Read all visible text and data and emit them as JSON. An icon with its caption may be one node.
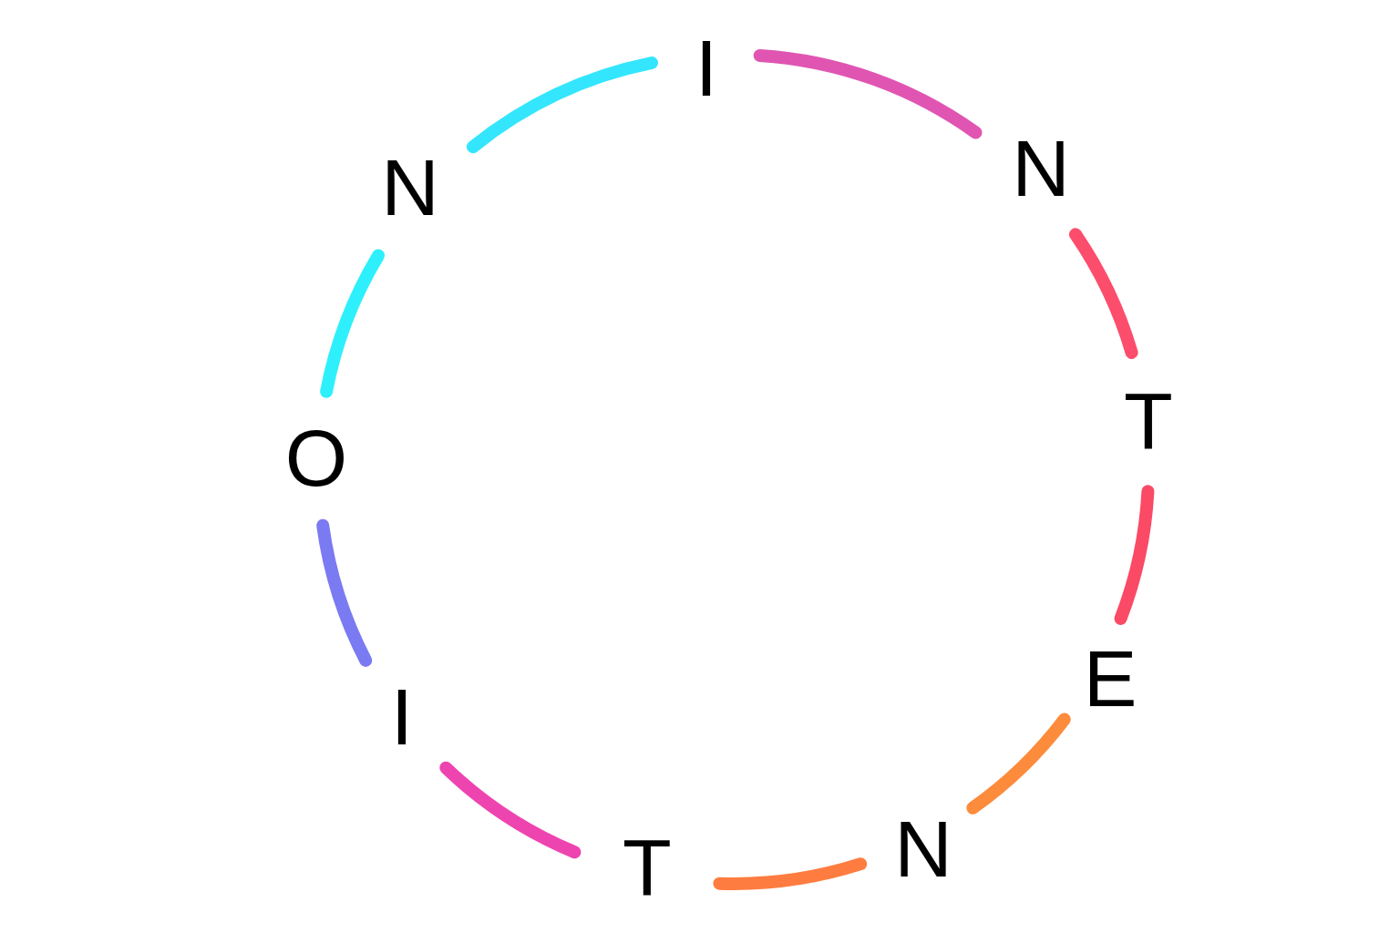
{
  "diagram": {
    "nodes": [
      {
        "text": [
          "I"
        ]
      },
      {
        "text": [
          "N"
        ]
      },
      {
        "text": [
          "T"
        ]
      },
      {
        "text": [
          "E"
        ]
      },
      {
        "text": [
          "N"
        ]
      },
      {
        "text": [
          "T"
        ]
      },
      {
        "text": [
          "I"
        ]
      },
      {
        "text": [
          "O"
        ]
      },
      {
        "text": [
          "N"
        ]
      }
    ],
    "edges": [
      {
        "from": 0,
        "to": 1,
        "arrow": "none",
        "color": "#e055b2"
      },
      {
        "from": 1,
        "to": 2,
        "arrow": "none",
        "color": "#fc4d6c"
      },
      {
        "from": 2,
        "to": 3,
        "arrow": "none",
        "color": "#fa4a66"
      },
      {
        "from": 3,
        "to": 4,
        "arrow": "none",
        "color": "#fd8b3c"
      },
      {
        "from": 4,
        "to": 5,
        "arrow": "none",
        "color": "#ff7c40"
      },
      {
        "from": 5,
        "to": 6,
        "arrow": "none",
        "color": "#ee44b0"
      },
      {
        "from": 6,
        "to": 7,
        "arrow": "none",
        "color": "#7a7af2"
      },
      {
        "from": 7,
        "to": 8,
        "arrow": "none",
        "color": "#2ef0fc"
      },
      {
        "from": 8,
        "to": 0,
        "arrow": "none",
        "color": "#33e6fd"
      }
    ]
  }
}
